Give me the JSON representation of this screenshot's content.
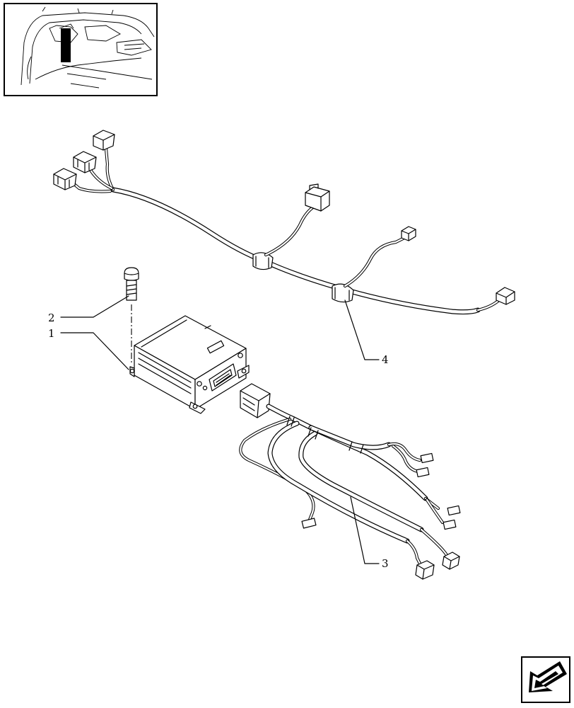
{
  "callouts": [
    {
      "id": "callout-1",
      "label": "1"
    },
    {
      "id": "callout-2",
      "label": "2"
    },
    {
      "id": "callout-3",
      "label": "3"
    },
    {
      "id": "callout-4",
      "label": "4"
    }
  ],
  "icons": {
    "locator": "tractor-cab-locator-thumbnail",
    "nav": "next-page-arrow-icon"
  }
}
